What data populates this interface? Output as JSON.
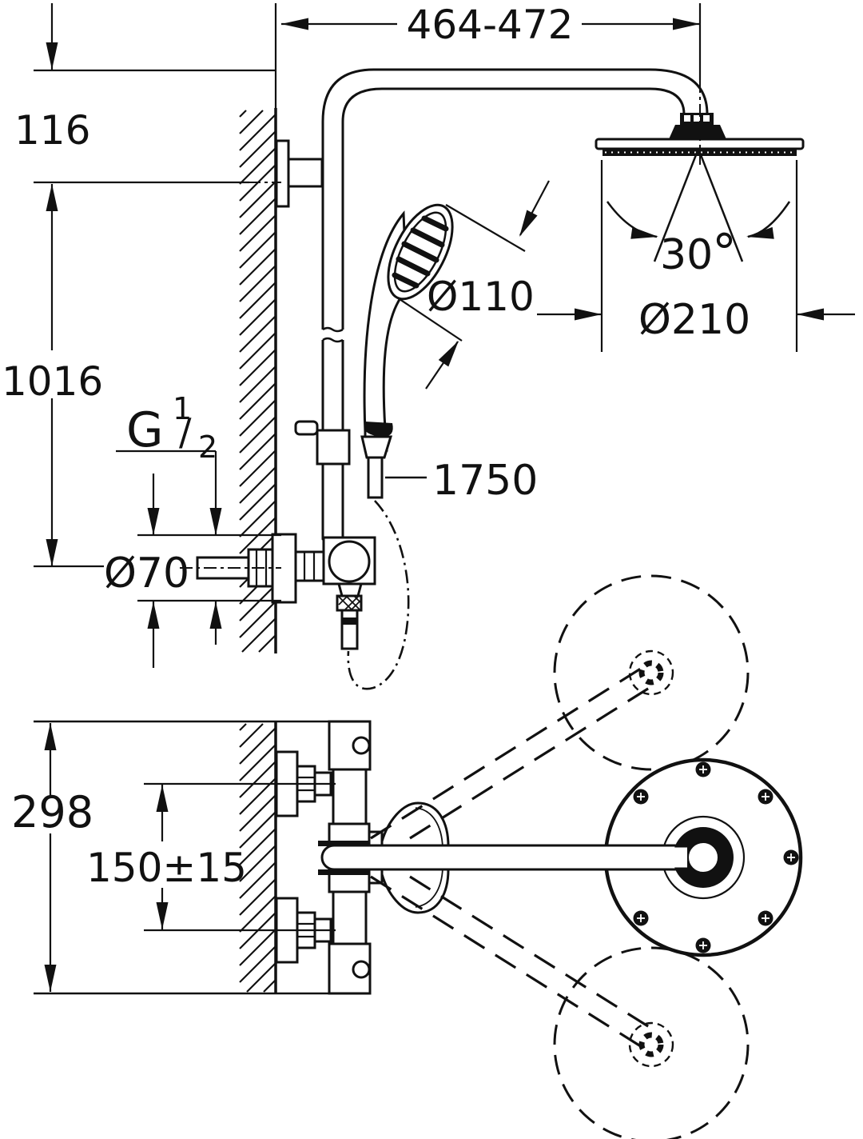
{
  "drawing": {
    "description": "Shower system installation dimension drawing, side elevation and plan view",
    "background": "#ffffff",
    "line_color": "#111111",
    "labels": {
      "arm_reach": "464-472",
      "head_drop": "116",
      "column_height": "1016",
      "thread": {
        "full": "G 1/2",
        "prefix": "G",
        "numerator": "1",
        "slash": "/",
        "denominator": "2"
      },
      "escutcheon_diameter": "Ø70",
      "hose_length": "1750",
      "hand_shower_diameter": "Ø110",
      "swivel_angle_value": "30",
      "swivel_angle_unit": "°",
      "head_shower_diameter": "Ø210",
      "thermostat_height": "298",
      "inlet_spacing": "150±15"
    }
  }
}
